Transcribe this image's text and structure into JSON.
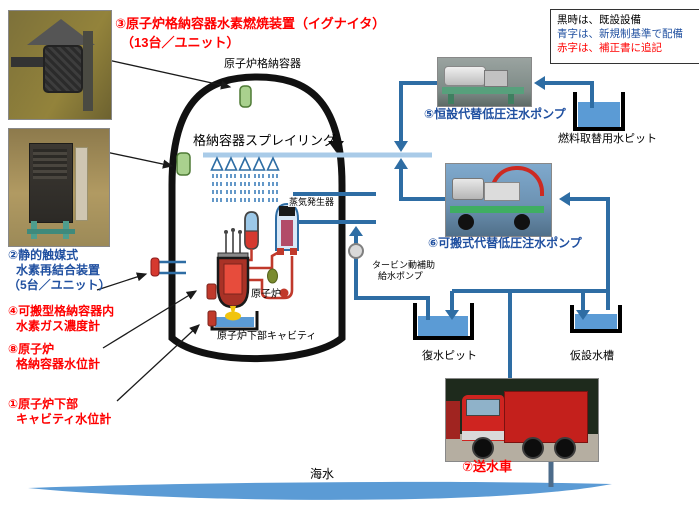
{
  "legend": {
    "black": "黒時は、既設設備",
    "blue": "青字は、新規制基準で配備",
    "red": "赤字は、補正書に追記"
  },
  "labels": {
    "igniter_l1": "③原子炉格納容器水素燃焼装置（イグナイタ）",
    "igniter_l2": "（13台／ユニット）",
    "containment_vessel": "原子炉格納容器",
    "spray_ring": "格納容器スプレイリング",
    "steam_generator": "蒸気発生器",
    "reactor": "原子炉",
    "reactor_cavity": "原子炉下部キャビティ",
    "recombiner_l1": "②静的触媒式",
    "recombiner_l2": "水素再結合装置",
    "recombiner_l3": "（5台／ユニット）",
    "h2meter_l1": "④可搬型格納容器内",
    "h2meter_l2": "水素ガス濃度計",
    "rvlevel_l1": "⑧原子炉",
    "rvlevel_l2": "格納容器水位計",
    "cavitylevel_l1": "①原子炉下部",
    "cavitylevel_l2": "キャビティ水位計",
    "pump5": "⑤恒設代替低圧注水ポンプ",
    "pump6": "⑥可搬式代替低圧注水ポンプ",
    "turbine_pump_l1": "タービン動補助",
    "turbine_pump_l2": "給水ポンプ",
    "fuel_pit": "燃料取替用水ピット",
    "condensate_pit": "復水ピット",
    "temp_tank": "仮設水槽",
    "truck": "⑦送水車",
    "sea": "海水"
  },
  "colors": {
    "red_text": "#ff0000",
    "blue_text": "#2050a0",
    "pipe_blue": "#2e6da4",
    "spray_blue": "#a9cbe8",
    "water_blue": "#5b9bd5",
    "igniter_green": "#a9d18e",
    "sea_arrow": "#4c6b8a"
  }
}
